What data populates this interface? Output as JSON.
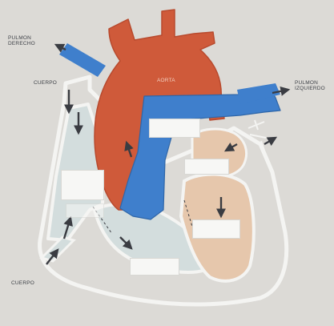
{
  "labels": {
    "pulmon_derecho": [
      "PULMON",
      "DERECHO"
    ],
    "pulmon_izquierdo": [
      "PULMON",
      "IZQUIERDO"
    ],
    "cuerpo_top": "CUERPO",
    "cuerpo_bottom": "CUERPO",
    "aorta": "AORTA"
  },
  "colors": {
    "background": "#dcdad6",
    "aorta": "#cf5a3a",
    "pulmonary": "#3f7fcc",
    "left_heart": "#e6c7ac",
    "right_heart": "#d3dddd",
    "outline": "#f4f4f2",
    "answer_box": "#f7f7f5",
    "arrow": "#3a3c42"
  },
  "answer_boxes": [
    "",
    "",
    "",
    "",
    "",
    ""
  ]
}
